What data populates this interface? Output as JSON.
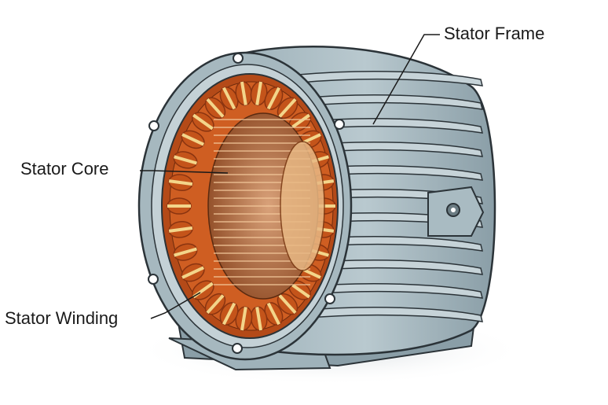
{
  "labels": {
    "stator_frame": "Stator Frame",
    "stator_core": "Stator Core",
    "stator_winding": "Stator Winding"
  },
  "colors": {
    "frame_light": "#aebfc6",
    "frame_mid": "#8fa3ac",
    "frame_dark": "#5f7078",
    "outline": "#2b3338",
    "winding_copper": "#c4541a",
    "winding_dark": "#8a3410",
    "winding_band": "#f3d58a",
    "core_lamination": "#c07a4a"
  }
}
